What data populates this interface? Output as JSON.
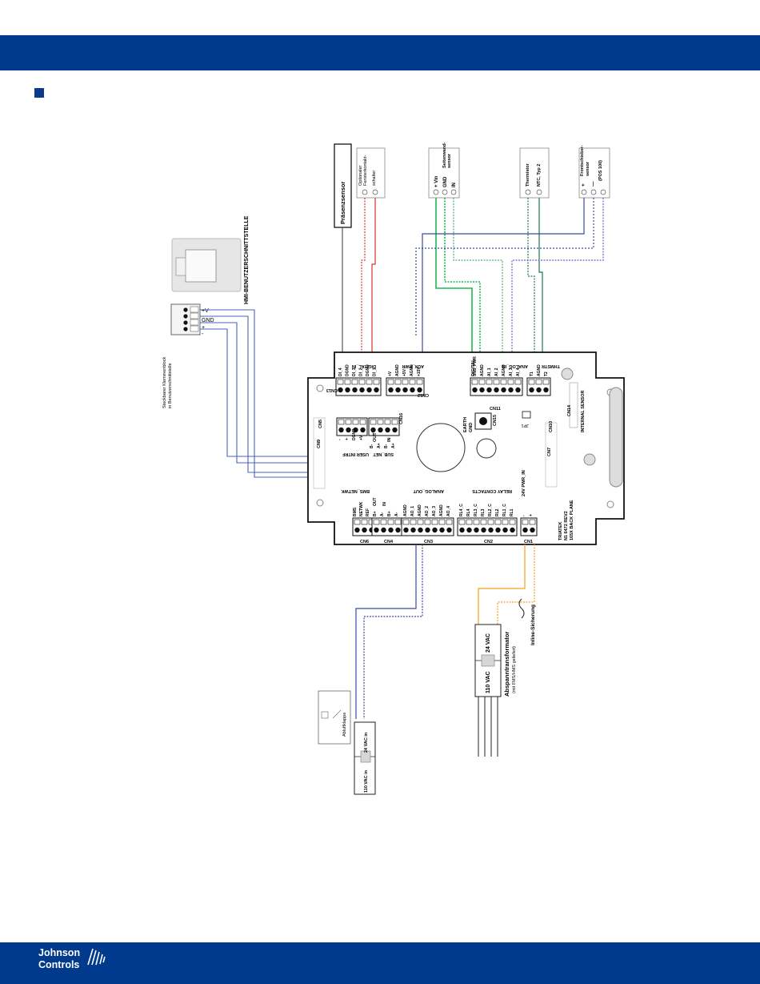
{
  "footer": {
    "logo_line1": "Johnson",
    "logo_line2": "Controls"
  },
  "diagram": {
    "sensors": {
      "presence": "Präsenzsensor",
      "window_contact": [
        "Optionaler",
        "Fensterkontakt-",
        "schalter"
      ],
      "supply_sensor": [
        "Seitenwand-",
        "sensor"
      ],
      "supply_pins": [
        "+ Vin",
        "GND",
        "IN"
      ],
      "thermistor": [
        "Thermistor",
        "NTC, Typ 2"
      ],
      "flow_sensor": [
        "Frontschieber-",
        "sensor",
        "(POS 100)"
      ],
      "flow_pins": [
        "+",
        "—"
      ]
    },
    "hmi": {
      "title": "HMI-BENUTZERSCHNITTSTELLE",
      "terminal_note": [
        "Steckbarer Klemmenblock",
        "in Benutzerschnittstelle"
      ],
      "terminal_labels": [
        "+V",
        "GND",
        "+",
        "-"
      ]
    },
    "board": {
      "top_headers": [
        "DIGITAL_IN",
        "AUX_PWR",
        "DIGITAL",
        "ANALOG_IN",
        "THMSTR"
      ],
      "cn13_pins": [
        "DI_4",
        "DGND",
        "DI_3",
        "DI_2",
        "DGND",
        "DI_1"
      ],
      "cn12_pins": [
        "+V",
        "AGND",
        "+5V",
        "AGND",
        "+15V"
      ],
      "cn11_pins": [
        "SNS_PWR",
        "AGND",
        "AI_1",
        "AI_2",
        "AGND",
        "AI_3",
        "AI_4"
      ],
      "thmstr_pins": [
        "T1",
        "AGND",
        "T2"
      ],
      "cn_labels": [
        "CN13",
        "CN12",
        "CN11",
        "CN5",
        "CN16",
        "CN15",
        "CN10",
        "CN9",
        "CN6",
        "CN4",
        "CN3",
        "CN2",
        "CN1",
        "CN14",
        "CN7"
      ],
      "user_intrf_pins": [
        "-",
        "+",
        "DGND",
        "+V"
      ],
      "sub_net_pins": [
        "B-",
        "A+",
        "B-",
        "A+"
      ],
      "out_label": "OUT",
      "in_label": "IN",
      "user_intrf_label": "USER INTRF",
      "sub_net_label": "SUB_NET",
      "earth_label": [
        "EARTH",
        "GND"
      ],
      "jp1": "JP1",
      "internal_sensor": "INTERNAL SENSOR",
      "bottom_headers": [
        "BMS_NETWK",
        "ANALOG_OUT",
        "RELAY CONTACTS",
        "24V PWR_IN"
      ],
      "bms_pins": [
        "BMS",
        "NETWK",
        "REF"
      ],
      "bms_out_in": [
        "OUT",
        "IN"
      ],
      "cn4_pins": [
        "B+",
        "A-",
        "B+",
        "A-"
      ],
      "cn3_pins": [
        "AGND",
        "AO_1",
        "AGND",
        "AO_2",
        "AO_3",
        "AGND",
        "AO_4"
      ],
      "cn2_pins": [
        "RL4_C",
        "RL4",
        "RL3_C",
        "RL3",
        "RL2_C",
        "RL2",
        "RL1_C",
        "RL1"
      ],
      "cn1_pins": [
        "-",
        "+"
      ],
      "board_id": [
        "TRIATEK",
        "N1 6472 REV2",
        "165X BACK PLANE"
      ]
    },
    "power": {
      "transformer": [
        "Abspanntransformator",
        "(mit FMS/HMS geliefert)"
      ],
      "v24": "24 VAC",
      "v110": "110 VAC",
      "fuse": "Inline-Sicherung"
    },
    "relay": {
      "label": "Abluftklappe",
      "v24": "24 VAC in",
      "v110": "110 VAC in"
    }
  }
}
